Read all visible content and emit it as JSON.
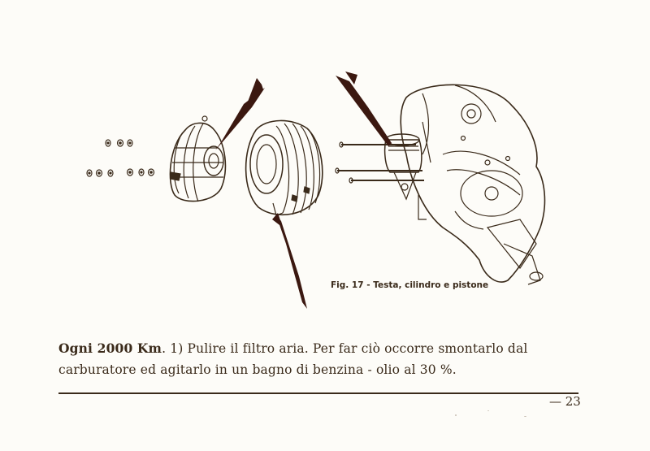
{
  "figure": {
    "caption": "Fig. 17 - Testa, cilindro e pistone"
  },
  "paragraph": {
    "lead": "Ogni 2000 Km",
    "line1_rest": ". 1) Pulire il filtro aria. Per far ciò occorre smontarlo dal",
    "line2": "carburatore ed agitarlo in un bagno di benzina - olio al 30 %."
  },
  "footer": {
    "page_number": "— 23"
  },
  "colors": {
    "ink": "#3a2a1a",
    "arrow": "#3b1810",
    "paper": "#fdfcf8"
  }
}
